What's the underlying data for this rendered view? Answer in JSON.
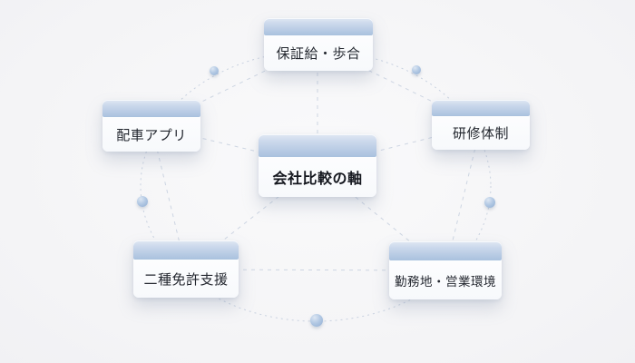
{
  "diagram": {
    "title_node": {
      "label": "会社比較の軸"
    },
    "nodes": [
      {
        "id": "top",
        "label": "保証給・歩合"
      },
      {
        "id": "left",
        "label": "配車アプリ"
      },
      {
        "id": "right",
        "label": "研修体制"
      },
      {
        "id": "bottom_left",
        "label": "二種免許支援"
      },
      {
        "id": "bottom_right",
        "label": "勤務地・営業環境"
      }
    ],
    "colors": {
      "background": "#f4f4f6",
      "card_header_top": "#e0e8f3",
      "card_header_bottom": "#a9c1de",
      "card_body": "#ffffff",
      "connector_line": "#c9d2e0",
      "orbit_dot": "#a9c2e1",
      "label_text": "#23272f"
    }
  }
}
